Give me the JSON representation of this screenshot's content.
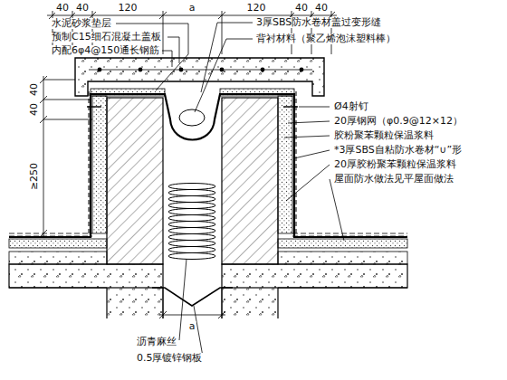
{
  "diagram": {
    "labels": [
      "40",
      "40",
      "120",
      "a",
      "120",
      "40",
      "40",
      "40",
      "40",
      "≥250",
      "a",
      "水泥砂浆垫层",
      "预制C15细石混凝土盖板",
      "内配6φ4@150通长钢筋",
      "3厚SBS防水卷材盖过变形缝",
      "背衬材料（聚乙烯泡沫塑料棒）",
      "Ø4射钉",
      "20厚钢网（φ0.9@12×12）",
      "胶粉聚苯颗粒保温浆料",
      "*3厚SBS自粘防水卷材“∪”形",
      "20厚胶粉聚苯颗粒保温浆料",
      "屋面防水做法见平屋面做法",
      "沥青麻丝",
      "0.5厚镀锌钢板"
    ]
  }
}
